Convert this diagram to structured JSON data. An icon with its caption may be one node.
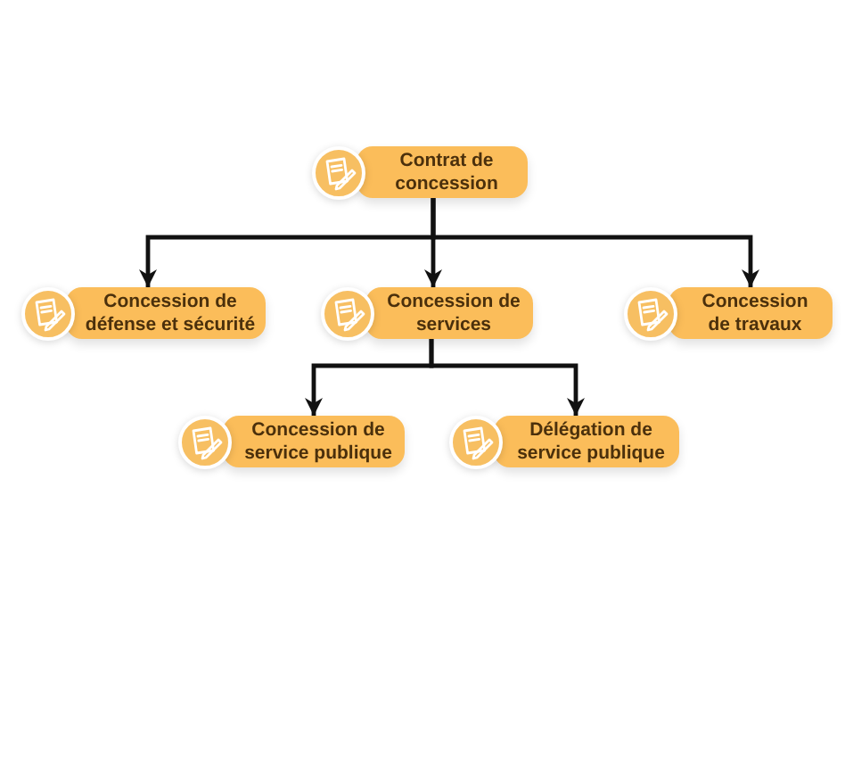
{
  "diagram": {
    "nodes": [
      {
        "text": [
          "Contrat de concession"
        ]
      },
      {
        "text": [
          "Concession de défense et sécurité"
        ]
      },
      {
        "text": [
          "Concession de services"
        ]
      },
      {
        "text": [
          "Concession de travaux"
        ]
      },
      {
        "text": [
          "Concession de service publique"
        ]
      },
      {
        "text": [
          "Délégation de service publique"
        ]
      }
    ],
    "edges": [
      {
        "from": 0,
        "to": 1,
        "arrow": "to"
      },
      {
        "from": 0,
        "to": 2,
        "arrow": "to"
      },
      {
        "from": 0,
        "to": 3,
        "arrow": "to"
      },
      {
        "from": 2,
        "to": 4,
        "arrow": "to"
      },
      {
        "from": 2,
        "to": 5,
        "arrow": "to"
      }
    ]
  }
}
